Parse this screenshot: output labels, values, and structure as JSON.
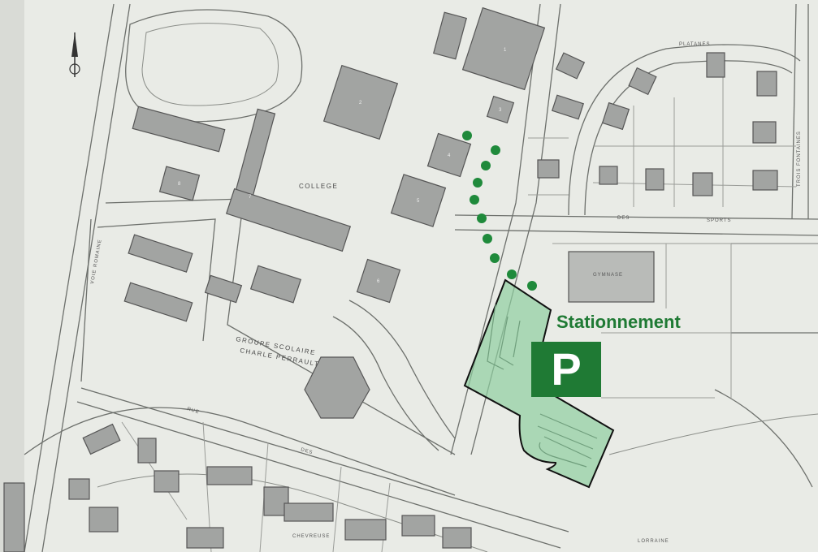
{
  "map": {
    "parking": {
      "label": "Stationnement",
      "symbol": "P",
      "color": "#1f7a34",
      "area_color": "#8fcf9f"
    },
    "footpath": {
      "color": "#1f8a3b",
      "style": "dotted"
    },
    "printed_labels": {
      "college": "COLLEGE",
      "school_line1": "GROUPE SCOLAIRE",
      "school_line2": "CHARLE PERRAULT",
      "gymnase": "GYMNASE",
      "rue_lorraine": "LORRAINE",
      "rue_des": "DES",
      "rue_sports": "SPORTS",
      "rue_platanes": "PLATANES",
      "rue_voie_romaine": "VOIE ROMAINE",
      "rue_trois_fontaines": "TROIS FONTAINES",
      "rue_chevreuse": "CHEVREUSE",
      "rue_rue": "RUE"
    },
    "north_arrow": "north-arrow-icon",
    "building_numbers": [
      "1",
      "2",
      "3",
      "4",
      "5",
      "6",
      "7",
      "8"
    ]
  }
}
